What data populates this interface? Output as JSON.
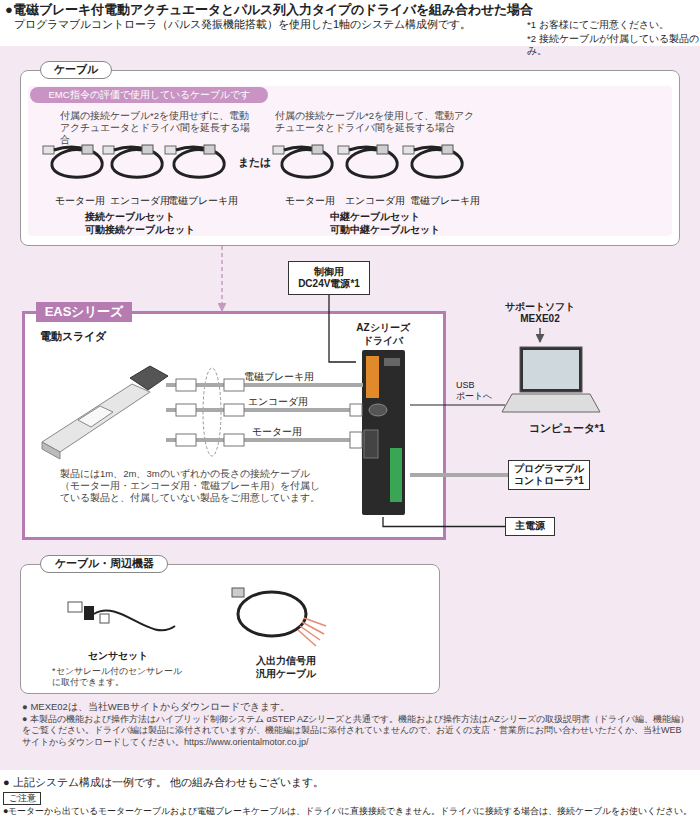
{
  "diagram": {
    "title": "●電磁ブレーキ付電動アクチュエータとパルス列入力タイプのドライバを組み合わせた場合",
    "nodes": [
      {
        "text": [
          "ケーブル"
        ]
      },
      {
        "text": [
          "EMC指令の評価で使用しているケーブルです"
        ],
        "in": 0
      },
      {
        "text": [
          "制御用 DC24V電源*1"
        ]
      },
      {
        "text": [
          "EASシリーズ"
        ]
      },
      {
        "text": [
          "電動スライダ"
        ],
        "in": 3
      },
      {
        "text": [
          "AZシリーズ ドライバ"
        ],
        "in": 3
      },
      {
        "text": [
          "サポートソフト MEXE02"
        ]
      },
      {
        "text": [
          "コンピュータ*1"
        ]
      },
      {
        "text": [
          "プログラマブル コントローラ*1"
        ]
      },
      {
        "text": [
          "主電源"
        ]
      },
      {
        "text": [
          "ケーブル・周辺機器"
        ]
      },
      {
        "text": [
          "ご注意"
        ]
      }
    ],
    "edges": [
      {
        "from": 0,
        "to": 3,
        "arrow": "to"
      },
      {
        "from": 2,
        "to": 5,
        "arrow": "none"
      },
      {
        "from": 6,
        "to": 7,
        "arrow": "to"
      },
      {
        "from": 4,
        "to": 5,
        "label": "電磁ブレーキ用",
        "arrow": "none"
      },
      {
        "from": 4,
        "to": 5,
        "label": "エンコーダ用",
        "arrow": "none"
      },
      {
        "from": 4,
        "to": 5,
        "label": "モーター用",
        "arrow": "none"
      },
      {
        "from": 7,
        "to": 5,
        "label": "USB ポートへ",
        "arrow": "none"
      },
      {
        "from": 8,
        "to": 5,
        "arrow": "none"
      },
      {
        "from": 9,
        "to": 5,
        "arrow": "none"
      }
    ],
    "labels": [
      "プログラマブルコントローラ（パルス発振機能搭載）を使用した1軸のシステム構成例です。",
      "*1 お客様にてご用意ください。",
      "*2 接続ケーブルが付属している製品のみ。",
      "付属の接続ケーブル*2を使用せずに、電動アクチュエータとドライバ間を延長する場合",
      "モーター用",
      "エンコーダ用",
      "電磁ブレーキ用",
      "または",
      "付属の接続ケーブル*2を使用して、電動アクチュエータとドライバ間を延長する場合",
      "モーター用",
      "エンコーダ用",
      "電磁ブレーキ用",
      "接続ケーブルセット 可動接続ケーブルセット",
      "中継ケーブルセット 可動中継ケーブルセット",
      "製品には1m、2m、3mのいずれかの長さの接続ケーブル（モーター用・エンコーダ用・電磁ブレーキ用）を付属している製品と、付属していない製品をご用意しています。",
      "センサセット",
      "*センサレール付のセンサレールに取付できます。",
      "入出力信号用 汎用ケーブル",
      "● MEXE02は、当社WEBサイトからダウンロードできます。",
      "● 本製品の機能および操作方法はハイブリッド制御システム αSTEP AZシリーズと共通です。機能および操作方法はAZシリーズの取扱説明書（ドライバ編、機能編）をご覧ください。ドライバ編は製品に添付されていますが、機能編は製品に添付されていませんので、お近くの支店・営業所にお問い合わせいただくか、当社WEBサイトからダウンロードしてください。https://www.orientalmotor.co.jp/",
      "● 上記システム構成は一例です。 他の組み合わせもございます。",
      "●モーターから出ているモーターケーブルおよび電磁ブレーキケーブルは、ドライバに直接接続できません。ドライバに接続する場合は、接続ケーブルをお使いください。"
    ]
  }
}
